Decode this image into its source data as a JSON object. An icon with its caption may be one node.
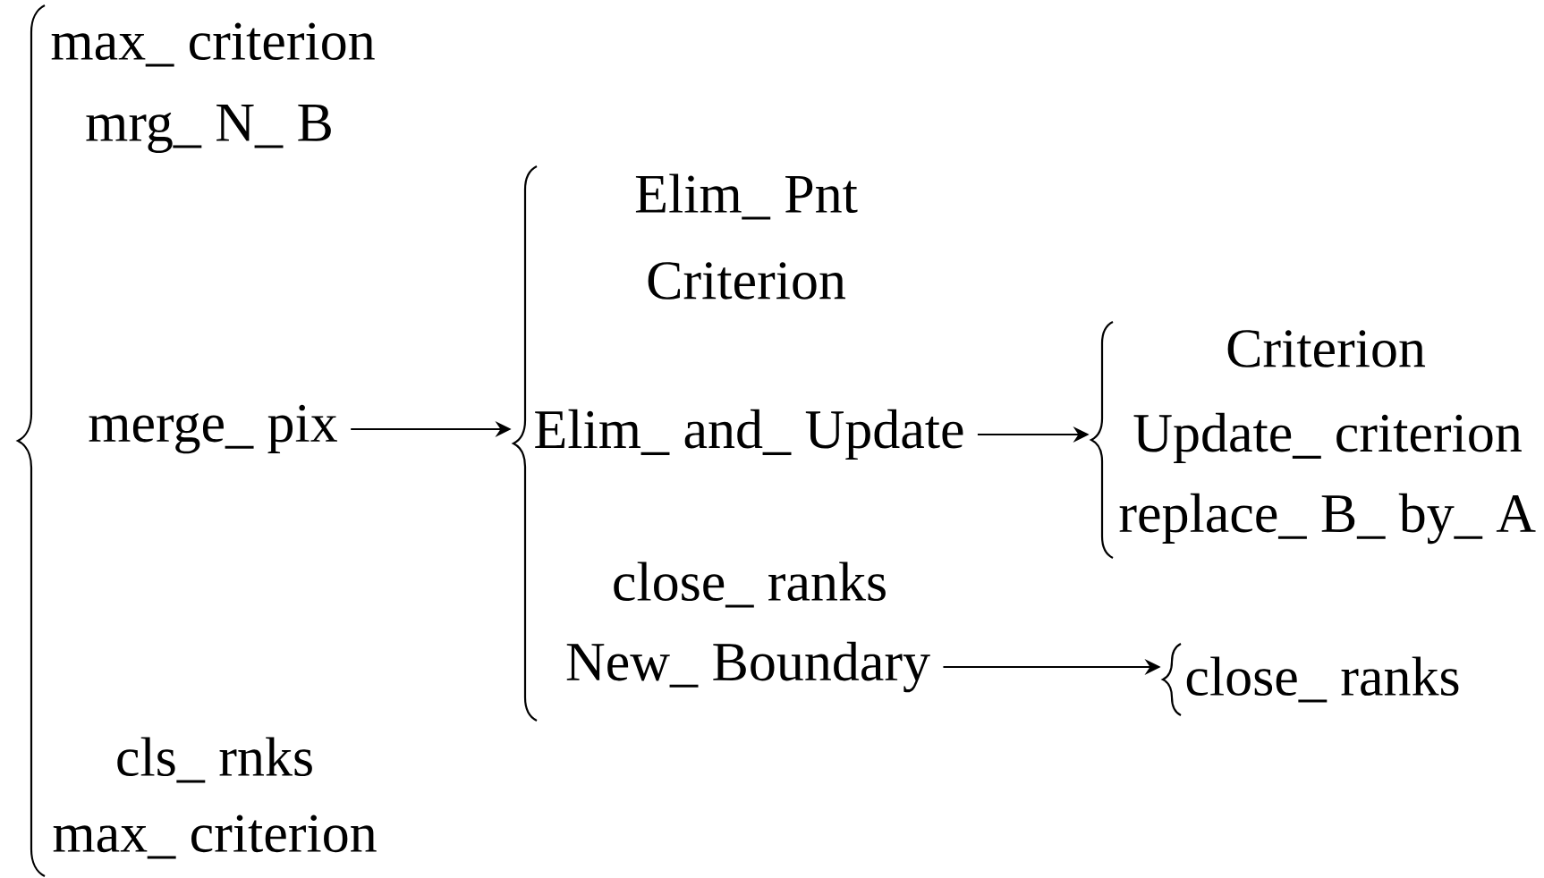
{
  "diagram": {
    "nodes": [
      {
        "text": [],
        "shape": "brace"
      },
      {
        "text": [
          "max_ criterion"
        ]
      },
      {
        "text": [
          "mrg_ N_ B"
        ]
      },
      {
        "text": [
          "merge_ pix"
        ]
      },
      {
        "text": [
          "cls_ rnks"
        ]
      },
      {
        "text": [
          "max_ criterion"
        ]
      },
      {
        "text": [],
        "shape": "brace"
      },
      {
        "text": [
          "Elim_ Pnt"
        ]
      },
      {
        "text": [
          "Criterion"
        ]
      },
      {
        "text": [
          "Elim_ and_ Update"
        ]
      },
      {
        "text": [
          "close_ ranks"
        ]
      },
      {
        "text": [
          "New_ Boundary"
        ]
      },
      {
        "text": [],
        "shape": "brace"
      },
      {
        "text": [
          "Criterion"
        ]
      },
      {
        "text": [
          "Update_ criterion"
        ]
      },
      {
        "text": [
          "replace_ B_ by_ A"
        ]
      },
      {
        "text": [],
        "shape": "brace"
      },
      {
        "text": [
          "close_ ranks"
        ]
      }
    ],
    "edges": [
      {
        "from": 3,
        "to": 6,
        "arrow": "to"
      },
      {
        "from": 9,
        "to": 12,
        "arrow": "to"
      },
      {
        "from": 11,
        "to": 16,
        "arrow": "to"
      }
    ]
  }
}
